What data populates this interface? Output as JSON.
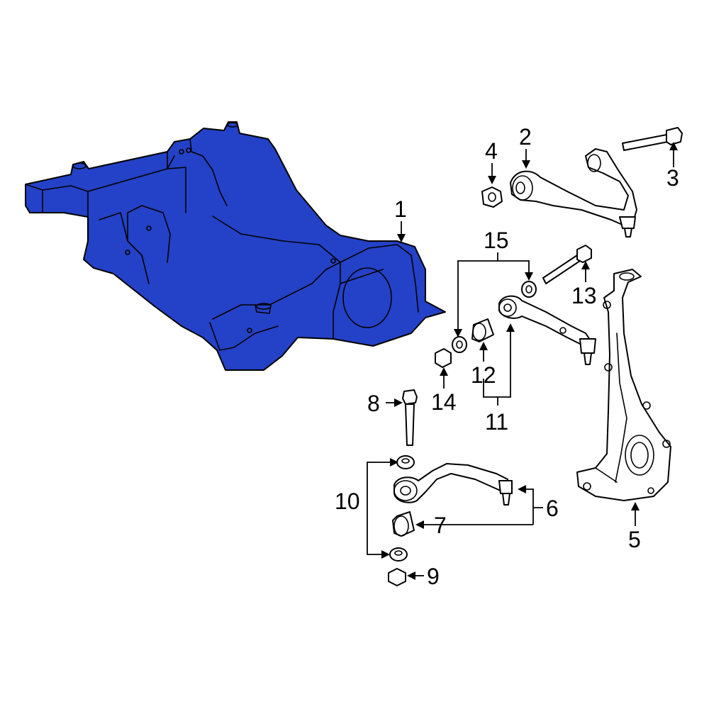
{
  "colors": {
    "highlight": "#2342c7",
    "line": "#000000",
    "background": "#ffffff"
  },
  "callouts": [
    {
      "id": "1",
      "text": "1"
    },
    {
      "id": "2",
      "text": "2"
    },
    {
      "id": "3",
      "text": "3"
    },
    {
      "id": "4",
      "text": "4"
    },
    {
      "id": "5",
      "text": "5"
    },
    {
      "id": "6",
      "text": "6"
    },
    {
      "id": "7",
      "text": "7"
    },
    {
      "id": "8",
      "text": "8"
    },
    {
      "id": "9",
      "text": "9"
    },
    {
      "id": "10",
      "text": "10"
    },
    {
      "id": "11",
      "text": "11"
    },
    {
      "id": "12",
      "text": "12"
    },
    {
      "id": "13",
      "text": "13"
    },
    {
      "id": "14",
      "text": "14"
    },
    {
      "id": "15",
      "text": "15"
    }
  ],
  "highlighted_part": "1"
}
